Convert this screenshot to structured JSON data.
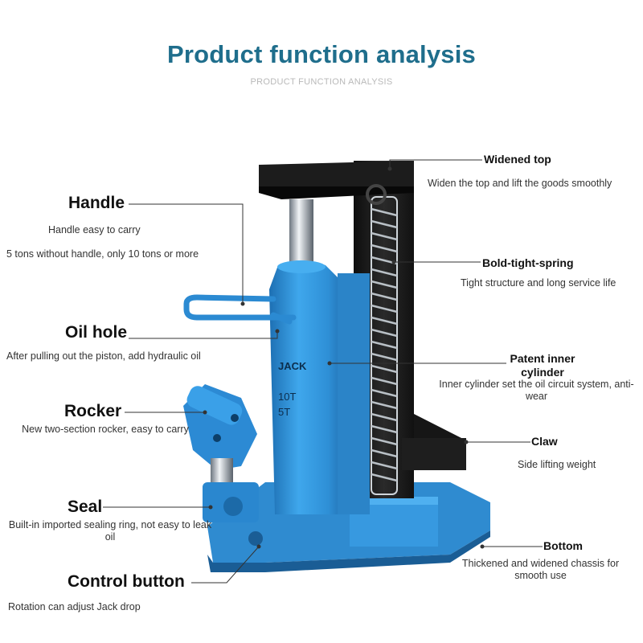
{
  "header": {
    "title": "Product function analysis",
    "subtitle": "PRODUCT FUNCTION ANALYSIS"
  },
  "product": {
    "jack_label": "JACK",
    "rating_1": "10T",
    "rating_2": "5T"
  },
  "left_callouts": {
    "handle": {
      "label": "Handle",
      "desc1": "Handle easy to carry",
      "desc2": "5 tons without handle, only 10 tons or more"
    },
    "oil_hole": {
      "label": "Oil hole",
      "desc": "After pulling out the piston, add hydraulic oil"
    },
    "rocker": {
      "label": "Rocker",
      "desc": "New two-section rocker, easy to carry"
    },
    "seal": {
      "label": "Seal",
      "desc": "Built-in imported sealing ring, not easy to leak oil"
    },
    "control_button": {
      "label": "Control button",
      "desc": "Rotation can adjust Jack drop"
    }
  },
  "right_callouts": {
    "widened_top": {
      "label": "Widened top",
      "desc": "Widen the top and lift the goods smoothly"
    },
    "spring": {
      "label": "Bold-tight-spring",
      "desc": "Tight structure and long service life"
    },
    "inner_cylinder": {
      "label": "Patent inner cylinder",
      "desc": "Inner cylinder set the oil circuit system, anti-wear"
    },
    "claw": {
      "label": "Claw",
      "desc": "Side lifting weight"
    },
    "bottom": {
      "label": "Bottom",
      "desc": "Thickened and widened chassis for smooth use"
    }
  },
  "colors": {
    "title": "#1f6e8c",
    "jack_blue": "#2e8fd6",
    "jack_dark": "#1a1a1a"
  }
}
